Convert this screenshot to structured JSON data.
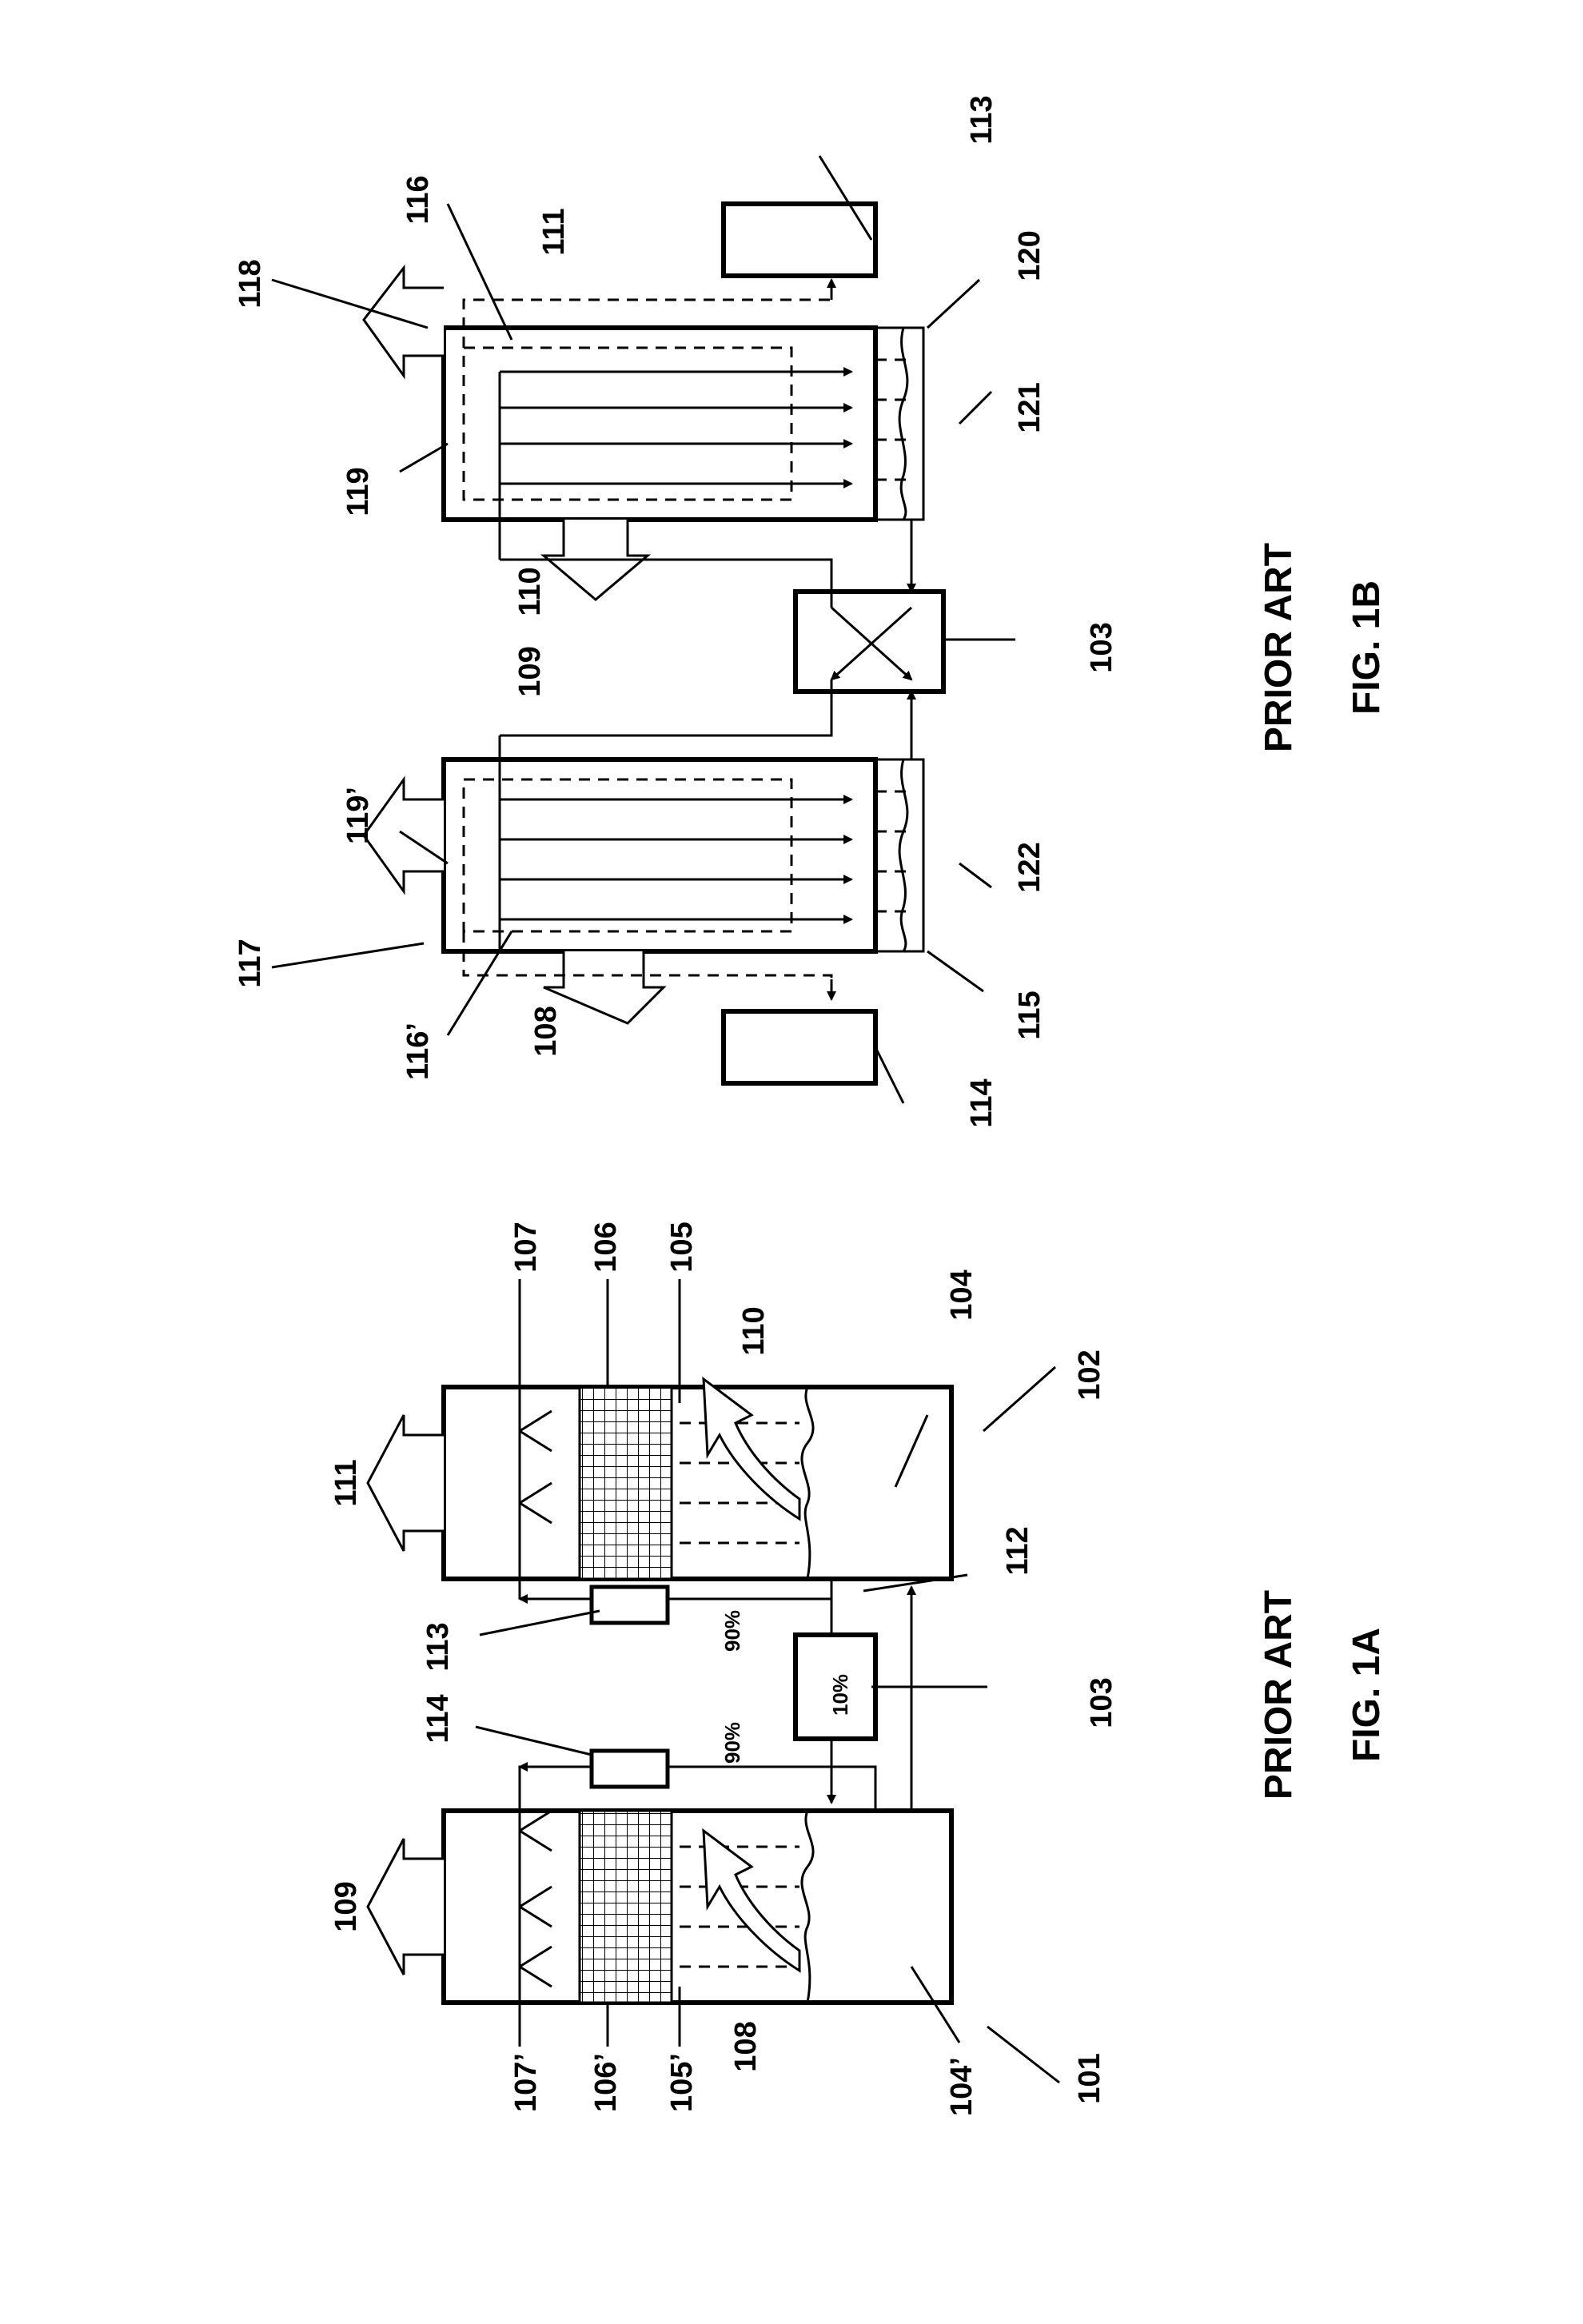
{
  "figure_a": {
    "caption_prior": "PRIOR ART",
    "caption_fig": "FIG. 1A",
    "pct_left": "90%",
    "pct_center": "10%",
    "pct_right": "90%",
    "refs": {
      "r101": "101",
      "r102": "102",
      "r103": "103",
      "r104": "104",
      "r104p": "104’",
      "r105": "105",
      "r105p": "105’",
      "r106": "106",
      "r106p": "106’",
      "r107": "107",
      "r107p": "107’",
      "r108": "108",
      "r109": "109",
      "r110": "110",
      "r111": "111",
      "r112": "112",
      "r113": "113",
      "r114": "114"
    }
  },
  "figure_b": {
    "caption_prior": "PRIOR ART",
    "caption_fig": "FIG. 1B",
    "refs": {
      "r103": "103",
      "r108": "108",
      "r109": "109",
      "r110": "110",
      "r111": "111",
      "r113": "113",
      "r114": "114",
      "r115": "115",
      "r116": "116",
      "r116p": "116’",
      "r117": "117",
      "r118": "118",
      "r119": "119",
      "r119p": "119’",
      "r120": "120",
      "r121": "121",
      "r122": "122"
    }
  }
}
